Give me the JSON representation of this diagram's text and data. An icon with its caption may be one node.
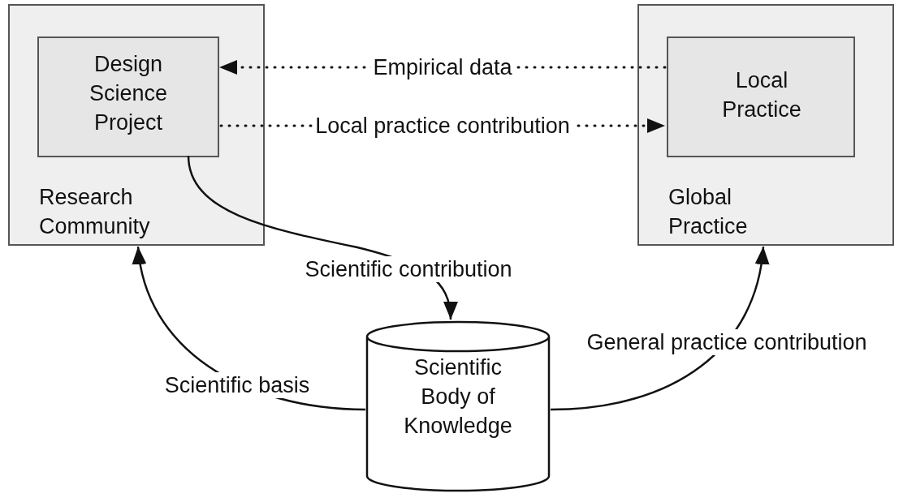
{
  "diagram": {
    "nodes": [
      {
        "text": [
          "Research Community"
        ]
      },
      {
        "text": [
          "Design Science Project"
        ],
        "in": 0
      },
      {
        "text": [
          "Global Practice"
        ]
      },
      {
        "text": [
          "Local Practice"
        ],
        "in": 2
      },
      {
        "text": [
          "Scientific Body of Knowledge"
        ]
      }
    ],
    "edges": [
      {
        "from": 3,
        "to": 1,
        "arrow": "to",
        "label": "Empirical data",
        "style": "dashed"
      },
      {
        "from": 1,
        "to": 3,
        "arrow": "to",
        "label": "Local practice contribution",
        "style": "dashed"
      },
      {
        "from": 1,
        "to": 4,
        "arrow": "to",
        "label": "Scientific contribution"
      },
      {
        "from": 4,
        "to": 0,
        "arrow": "to",
        "label": "Scientific basis"
      },
      {
        "from": 4,
        "to": 2,
        "arrow": "to",
        "label": "General practice contribution"
      }
    ]
  }
}
